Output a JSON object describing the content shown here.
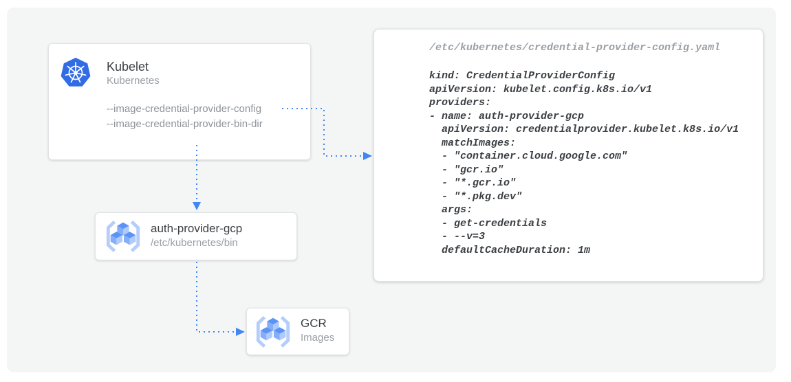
{
  "colors": {
    "accent_blue": "#4285f4",
    "kubernetes_blue": "#326ce5",
    "canvas_bg": "#f4f5f5",
    "card_bg": "#ffffff",
    "title_text": "#3c4043",
    "muted_text": "#9aa0a6",
    "code_text": "#3b3f43"
  },
  "kubelet_box": {
    "icon": "kubernetes-icon",
    "title": "Kubelet",
    "subtitle": "Kubernetes",
    "flags": [
      "--image-credential-provider-config",
      "--image-credential-provider-bin-dir"
    ]
  },
  "auth_provider_box": {
    "icon": "gcr-registry-icon",
    "title": "auth-provider-gcp",
    "subtitle": "/etc/kubernetes/bin"
  },
  "gcr_box": {
    "icon": "gcr-registry-icon",
    "title": "GCR",
    "subtitle": "Images"
  },
  "code_panel": {
    "filename": "/etc/kubernetes/credential-provider-config.yaml",
    "lines": [
      "kind: CredentialProviderConfig",
      "apiVersion: kubelet.config.k8s.io/v1",
      "providers:",
      "- name: auth-provider-gcp",
      "  apiVersion: credentialprovider.kubelet.k8s.io/v1",
      "  matchImages:",
      "  - \"container.cloud.google.com\"",
      "  - \"gcr.io\"",
      "  - \"*.gcr.io\"",
      "  - \"*.pkg.dev\"",
      "  args:",
      "  - get-credentials",
      "  - --v=3",
      "  defaultCacheDuration: 1m"
    ]
  },
  "connections": [
    {
      "from": "kubelet --image-credential-provider-config",
      "to": "credential-provider-config.yaml",
      "style": "dotted-blue"
    },
    {
      "from": "kubelet",
      "to": "auth-provider-gcp",
      "style": "dotted-blue"
    },
    {
      "from": "auth-provider-gcp",
      "to": "gcr-images",
      "style": "dotted-blue"
    }
  ]
}
